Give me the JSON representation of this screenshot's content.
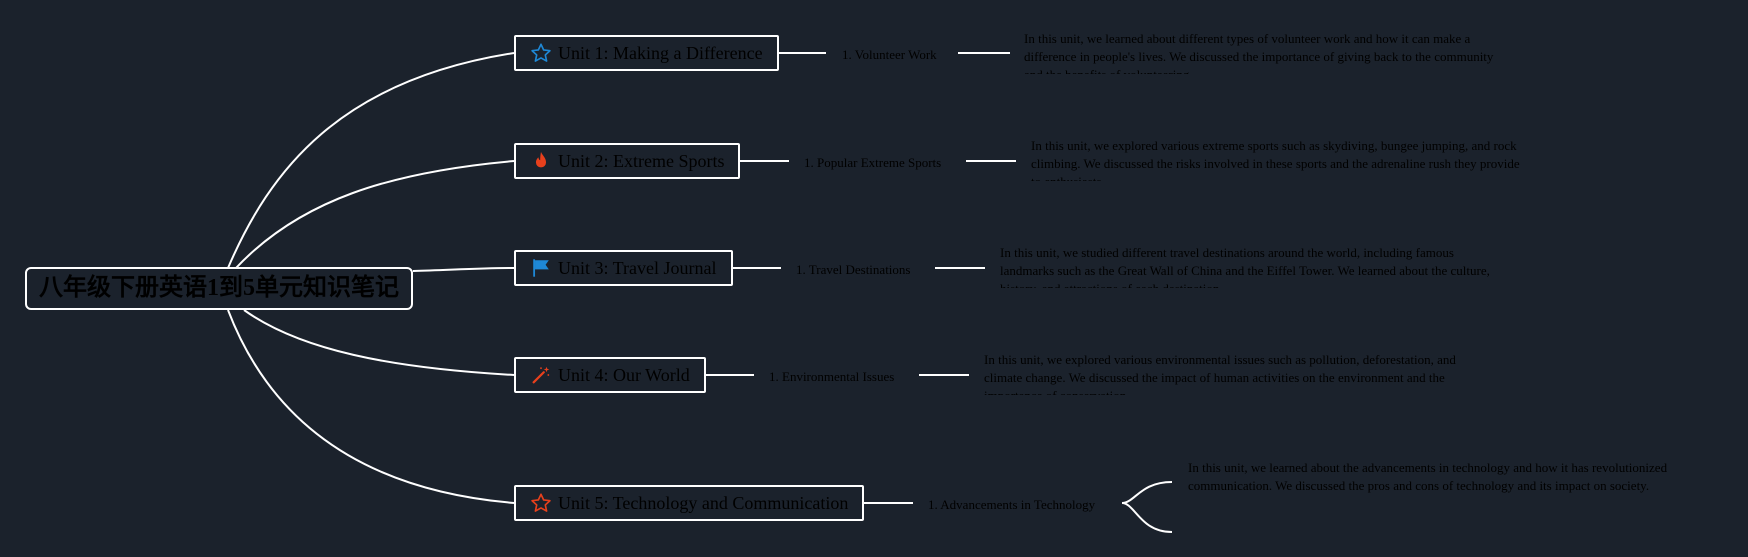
{
  "root": {
    "title": "八年级下册英语1到5单元知识笔记"
  },
  "units": [
    {
      "label": "Unit 1: Making a Difference",
      "icon": "star-outline-icon",
      "icon_color": "#1e88d6",
      "topic": "1. Volunteer Work",
      "note": "In this unit, we learned about different types of volunteer work and how it can make a difference in people's lives. We discussed the importance of giving back to the community and the benefits of volunteering."
    },
    {
      "label": "Unit 2: Extreme Sports",
      "icon": "fire-icon",
      "icon_color": "#e8401c",
      "topic": "1. Popular Extreme Sports",
      "note": "In this unit, we explored various extreme sports such as skydiving, bungee jumping, and rock climbing. We discussed the risks involved in these sports and the adrenaline rush they provide to enthusiasts."
    },
    {
      "label": "Unit 3: Travel Journal",
      "icon": "flag-icon",
      "icon_color": "#1e88d6",
      "topic": "1. Travel Destinations",
      "note": "In this unit, we studied different travel destinations around the world, including famous landmarks such as the Great Wall of China and the Eiffel Tower. We learned about the culture, history, and attractions of each destination."
    },
    {
      "label": "Unit 4: Our World",
      "icon": "magic-wand-icon",
      "icon_color": "#e8401c",
      "topic": "1. Environmental Issues",
      "note": "In this unit, we explored various environmental issues such as pollution, deforestation, and climate change. We discussed the impact of human activities on the environment and the importance of conservation."
    },
    {
      "label": "Unit 5: Technology and Communication",
      "icon": "star-outline-icon",
      "icon_color": "#e8401c",
      "topic": "1. Advancements in Technology",
      "note": "In this unit, we learned about the advancements in technology and how it has revolutionized communication. We discussed the pros and cons of technology and its impact on society."
    }
  ],
  "colors": {
    "background": "#1b222c",
    "connector": "#ffffff",
    "text": "#000000"
  }
}
